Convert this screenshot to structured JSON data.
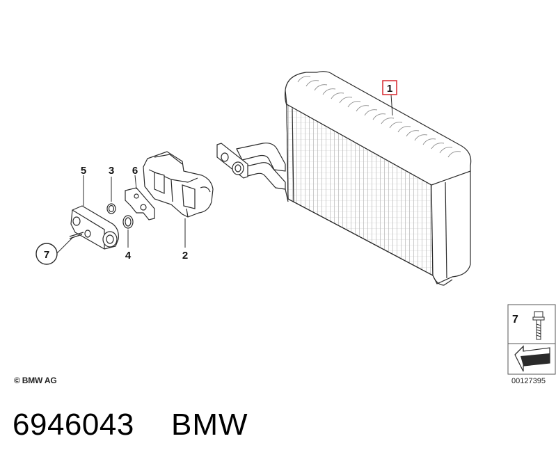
{
  "callouts": {
    "c1": "1",
    "c2": "2",
    "c3": "3",
    "c4": "4",
    "c5": "5",
    "c6": "6",
    "c7": "7"
  },
  "legend": {
    "item_number": "7"
  },
  "copyright": "© BMW AG",
  "image_number": "00127395",
  "part_number": "6946043",
  "brand": "BMW",
  "colors": {
    "highlight": "#d9343a",
    "line": "#2a2a2a"
  }
}
